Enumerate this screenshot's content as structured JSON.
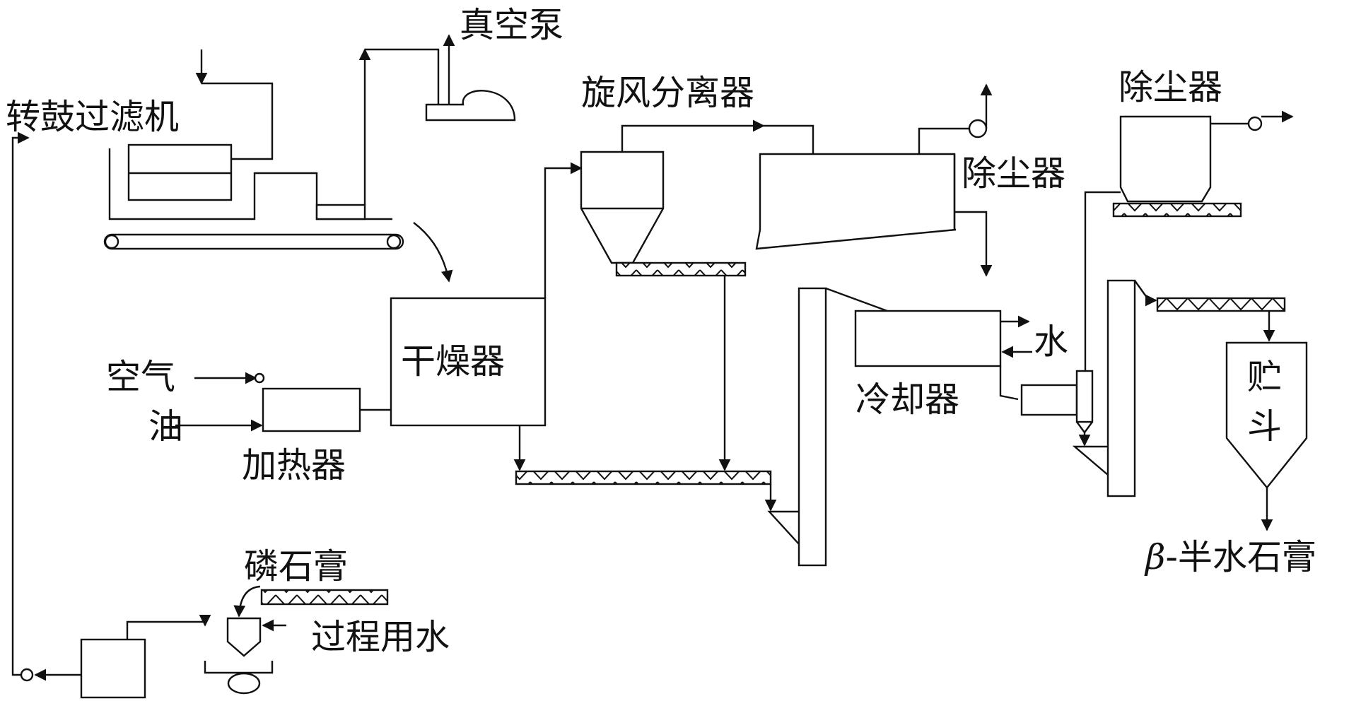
{
  "labels": {
    "rotary_drum_filter": "转鼓过滤机",
    "vacuum_pump": "真空泵",
    "cyclone_separator": "旋风分离器",
    "dust_collector_1": "除尘器",
    "dust_collector_2": "除尘器",
    "dryer": "干燥器",
    "air": "空气",
    "oil": "油",
    "heater": "加热器",
    "water": "水",
    "cooler": "冷却器",
    "hopper_line1": "贮",
    "hopper_line2": "斗",
    "phosphogypsum": "磷石膏",
    "process_water": "过程用水",
    "product_symbol": "β",
    "product_name": "-半水石膏"
  },
  "colors": {
    "line": "#111111",
    "background": "#ffffff"
  }
}
